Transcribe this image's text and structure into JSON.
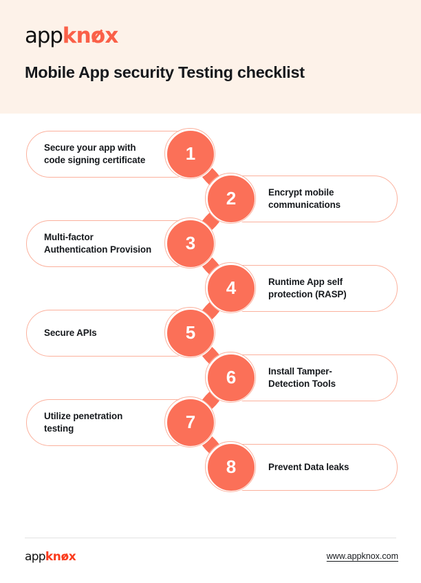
{
  "brand": {
    "logo_part_light": "app",
    "logo_part_bold": "kn",
    "logo_part_bold_tail": "x",
    "logo_full": "appknox",
    "accent_color": "#fb7058",
    "accent_dark": "#fa3c1e",
    "pill_border_color": "#fbb09c",
    "header_bg": "#fdf2e9"
  },
  "header": {
    "title": "Mobile App security Testing checklist"
  },
  "checklist": {
    "items": [
      {
        "number": "1",
        "label_line1": "Secure your app with",
        "label_line2": "code signing certificate",
        "side": "left"
      },
      {
        "number": "2",
        "label_line1": "Encrypt mobile",
        "label_line2": "communications",
        "side": "right"
      },
      {
        "number": "3",
        "label_line1": "Multi-factor",
        "label_line2": "Authentication Provision",
        "side": "left"
      },
      {
        "number": "4",
        "label_line1": "Runtime App self",
        "label_line2": "protection (RASP)",
        "side": "right"
      },
      {
        "number": "5",
        "label_line1": "Secure APIs",
        "label_line2": "",
        "side": "left"
      },
      {
        "number": "6",
        "label_line1": "Install Tamper-",
        "label_line2": "Detection Tools",
        "side": "right"
      },
      {
        "number": "7",
        "label_line1": "Utilize penetration",
        "label_line2": "testing",
        "side": "left"
      },
      {
        "number": "8",
        "label_line1": "Prevent Data leaks",
        "label_line2": "",
        "side": "right"
      }
    ]
  },
  "footer": {
    "url": "www.appknox.com"
  }
}
